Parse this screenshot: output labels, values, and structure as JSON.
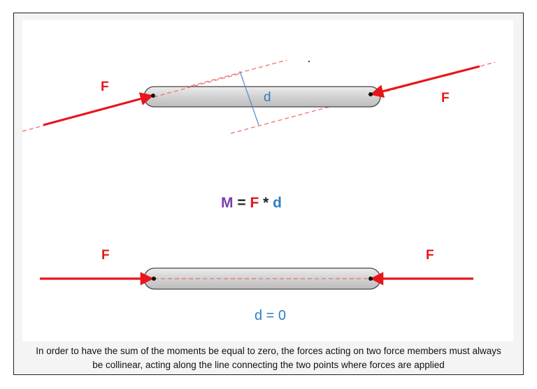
{
  "diagram": {
    "top": {
      "force_left_label": "F",
      "force_right_label": "F",
      "distance_label": "d"
    },
    "formula": {
      "m": "M",
      "eq": " = ",
      "f": "F",
      "star": " * ",
      "d": "d"
    },
    "bottom": {
      "force_left_label": "F",
      "force_right_label": "F",
      "result_label": "d = 0"
    },
    "colors": {
      "force": "#e8161b",
      "distance": "#2e7fc4",
      "moment": "#7a3fae",
      "member_fill": "#d4d4d4",
      "member_stroke": "#444444"
    }
  },
  "caption": {
    "line1": "In order to have the sum of the moments be equal to zero, the forces acting on two force members must always",
    "line2": "be collinear, acting along the line connecting the two points where forces are applied"
  }
}
